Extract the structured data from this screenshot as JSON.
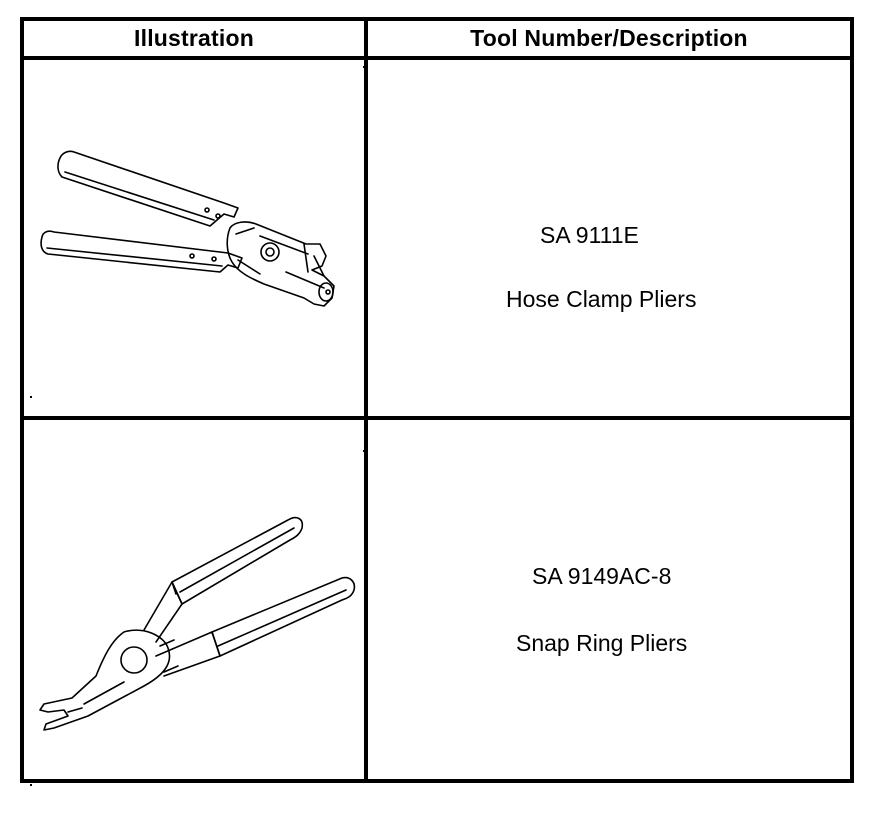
{
  "table": {
    "headers": {
      "illustration": "Illustration",
      "description": "Tool Number/Description"
    },
    "rows": [
      {
        "tool_number": "SA 9111E",
        "description": "Hose Clamp Pliers",
        "illustration_icon": "hose-clamp-pliers-icon"
      },
      {
        "tool_number": "SA 9149AC-8",
        "description": "Snap Ring Pliers",
        "illustration_icon": "snap-ring-pliers-icon"
      }
    ]
  },
  "colors": {
    "line": "#000000",
    "background": "#ffffff"
  }
}
